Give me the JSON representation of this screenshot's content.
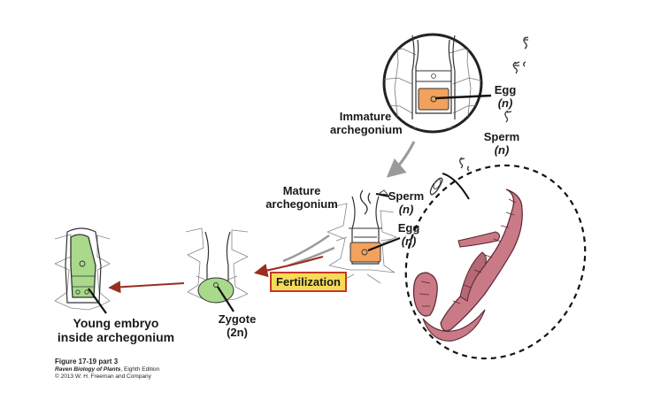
{
  "labels": {
    "immature_line1": "Immature",
    "immature_line2": "archegonium",
    "egg_top": "Egg",
    "egg_top_ploidy": "(n)",
    "sperm_top": "Sperm",
    "sperm_top_ploidy": "(n)",
    "mature_line1": "Mature",
    "mature_line2": "archegonium",
    "sperm_mid": "Sperm",
    "sperm_mid_ploidy": "(n)",
    "egg_mid": "Egg",
    "egg_mid_ploidy": "(n)",
    "fertilization": "Fertilization",
    "zygote": "Zygote",
    "zygote_ploidy": "(2n)",
    "embryo_line1": "Young embryo",
    "embryo_line2": "inside archegonium"
  },
  "caption": {
    "figure": "Figure 17-19 part 3",
    "book": "Raven Biology of Plants",
    "edition": ", Eighth Edition",
    "copyright": "© 2013 W. H. Freeman and Company"
  },
  "colors": {
    "egg_fill": "#f2a25c",
    "zygote_fill": "#a9d98a",
    "embryo_fill": "#a9d98a",
    "arrow_red": "#9b2d1f",
    "arrow_gray": "#9a9a9a",
    "antheridium": "#c97a86",
    "fertilization_bg": "#f6dc55",
    "fertilization_border": "#c0392b"
  }
}
